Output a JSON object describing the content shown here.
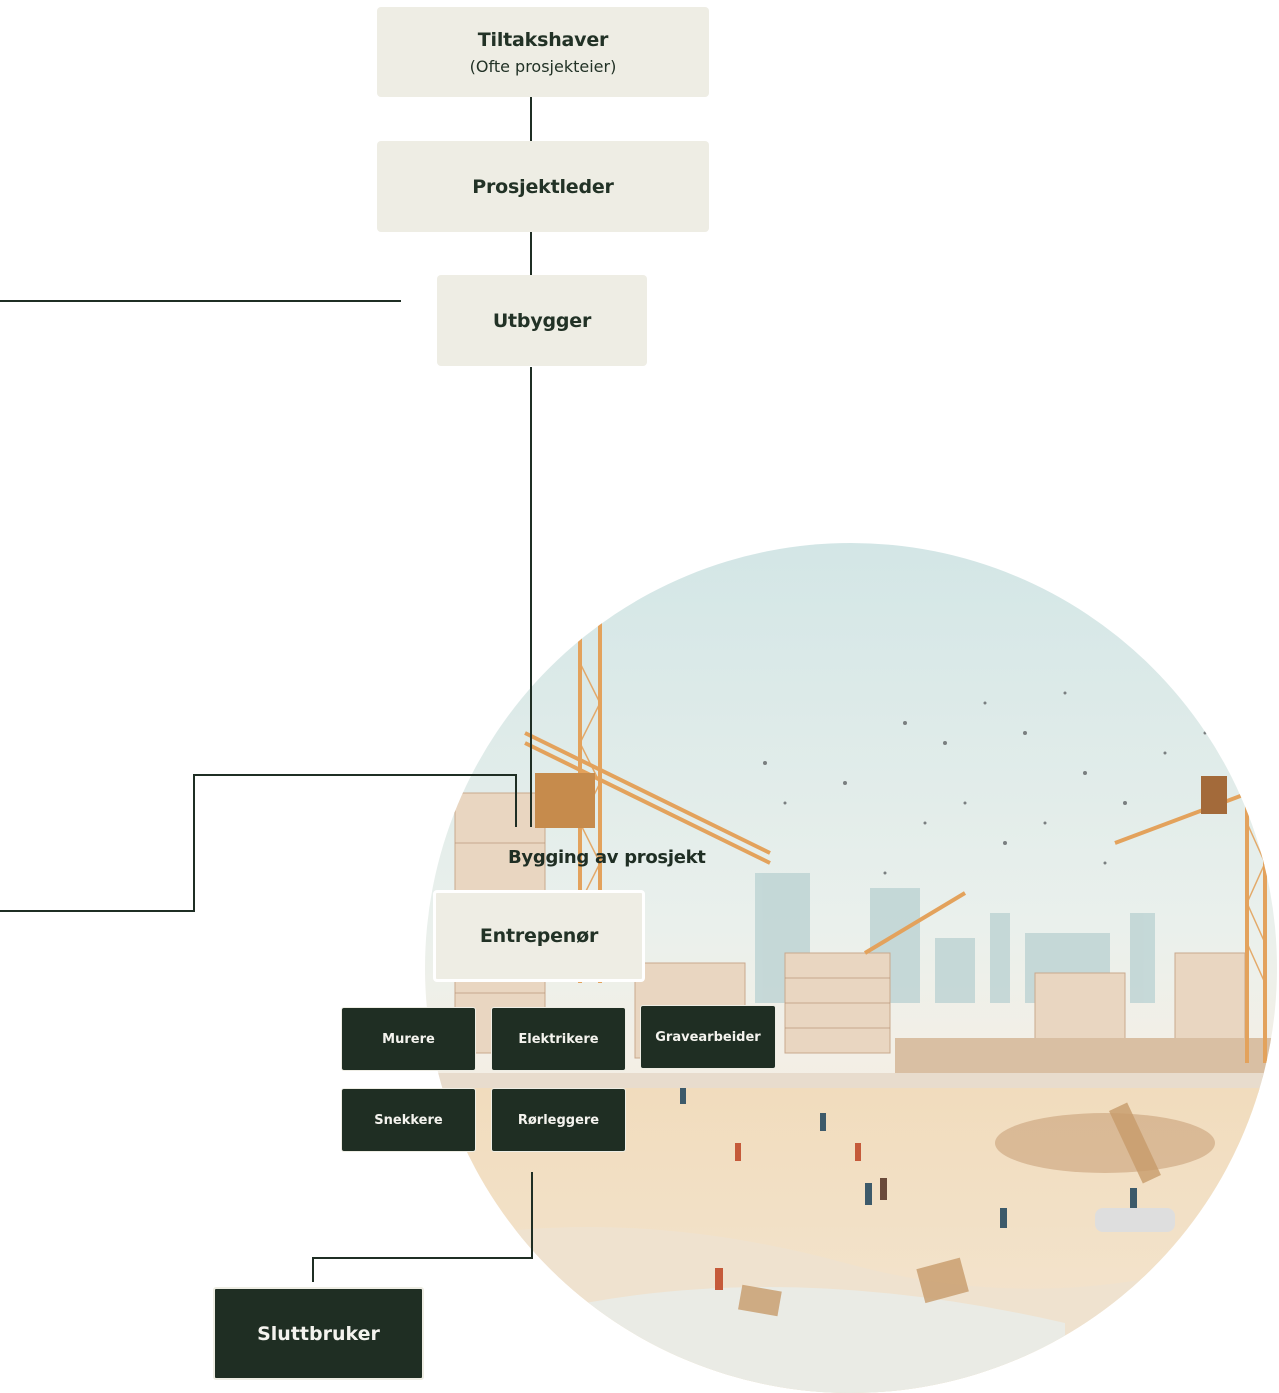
{
  "roles": {
    "tiltakshaver": {
      "title": "Tiltakshaver",
      "subtitle": "(Ofte prosjekteier)"
    },
    "prosjektleder": {
      "title": "Prosjektleder"
    },
    "utbygger": {
      "title": "Utbygger"
    },
    "entreprenor": {
      "title": "Entrepenør"
    },
    "sluttbruker": {
      "title": "Sluttbruker"
    }
  },
  "phase_label": "Bygging av prosjekt",
  "trades": [
    "Murere",
    "Elektrikere",
    "Gravearbeider",
    "Snekkere",
    "Rørleggere"
  ],
  "illustration": {
    "subject": "construction-site",
    "icon": "construction-site-illustration"
  },
  "colors": {
    "light_box": "#eeede4",
    "dark_box": "#1f2e23",
    "connector": "#1f2e24",
    "sky": "#d7e8e8",
    "crane": "#e3a25c"
  }
}
